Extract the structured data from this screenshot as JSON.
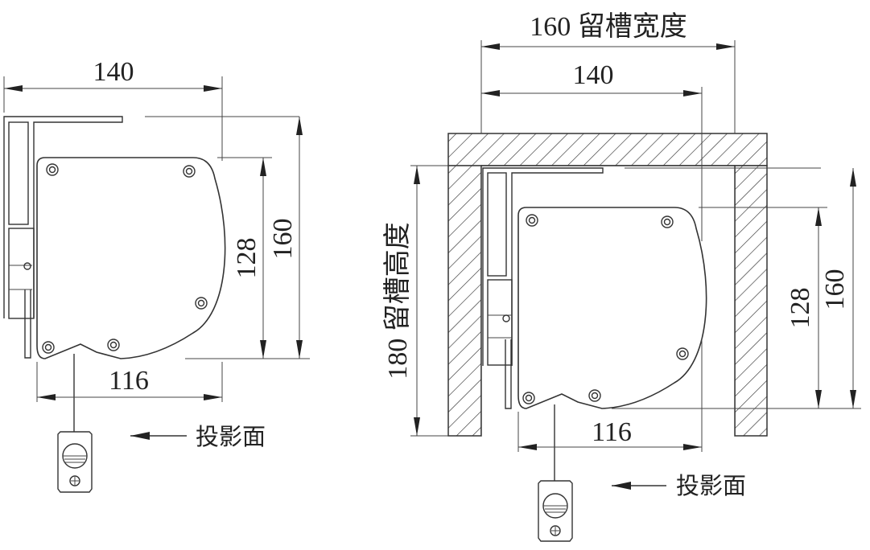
{
  "left": {
    "width_top": "140",
    "width_bottom": "116",
    "height_inner": "128",
    "height_outer": "160",
    "projection_label": "投影面"
  },
  "right": {
    "slot_width": "160 留槽宽度",
    "width_top": "140",
    "width_bottom": "116",
    "height_inner": "128",
    "height_outer": "160",
    "slot_height": "180 留槽高度",
    "projection_label": "投影面"
  }
}
